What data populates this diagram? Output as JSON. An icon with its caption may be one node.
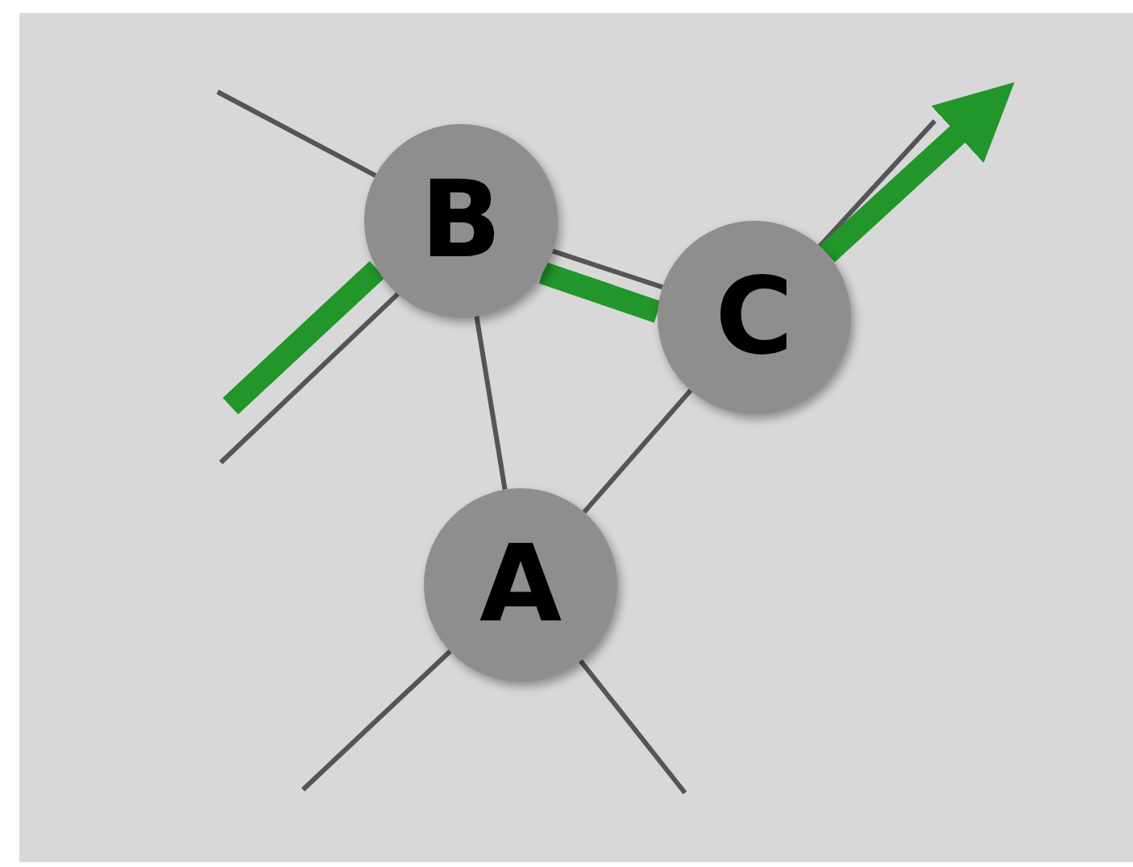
{
  "diagram": {
    "nodes": [
      {
        "text": [
          "B"
        ]
      },
      {
        "text": [
          "C"
        ]
      },
      {
        "text": [
          "A"
        ]
      }
    ],
    "edges": [
      {
        "from": null,
        "to": 0,
        "arrow": "none"
      },
      {
        "from": null,
        "to": 0,
        "arrow": "none"
      },
      {
        "from": 0,
        "to": 1,
        "arrow": "none"
      },
      {
        "from": 0,
        "to": 2,
        "arrow": "none"
      },
      {
        "from": 1,
        "to": 2,
        "arrow": "none"
      },
      {
        "from": 1,
        "to": null,
        "arrow": "none"
      },
      {
        "from": 2,
        "to": null,
        "arrow": "none"
      },
      {
        "from": 2,
        "to": null,
        "arrow": "none"
      },
      {
        "from": null,
        "to": 0,
        "arrow": "none",
        "style": "thick",
        "color": "#22962a"
      },
      {
        "from": 0,
        "to": 1,
        "arrow": "none",
        "style": "thick",
        "color": "#22962a"
      },
      {
        "from": 1,
        "to": null,
        "arrow": "to",
        "style": "thick",
        "color": "#22962a"
      }
    ]
  }
}
